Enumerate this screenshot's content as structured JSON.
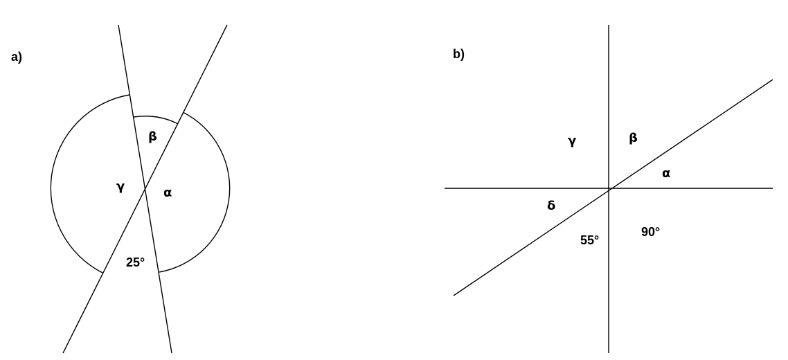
{
  "panel_a": {
    "label": "a)",
    "angles": {
      "alpha": "α",
      "beta": "β",
      "gamma": "γ",
      "given": "25°"
    }
  },
  "panel_b": {
    "label": "b)",
    "angles": {
      "alpha": "α",
      "beta": "β",
      "gamma": "γ",
      "delta": "δ",
      "given_1": "55°",
      "given_2": "90°"
    }
  },
  "colors": {
    "stroke": "#000000",
    "background": "#ffffff"
  }
}
